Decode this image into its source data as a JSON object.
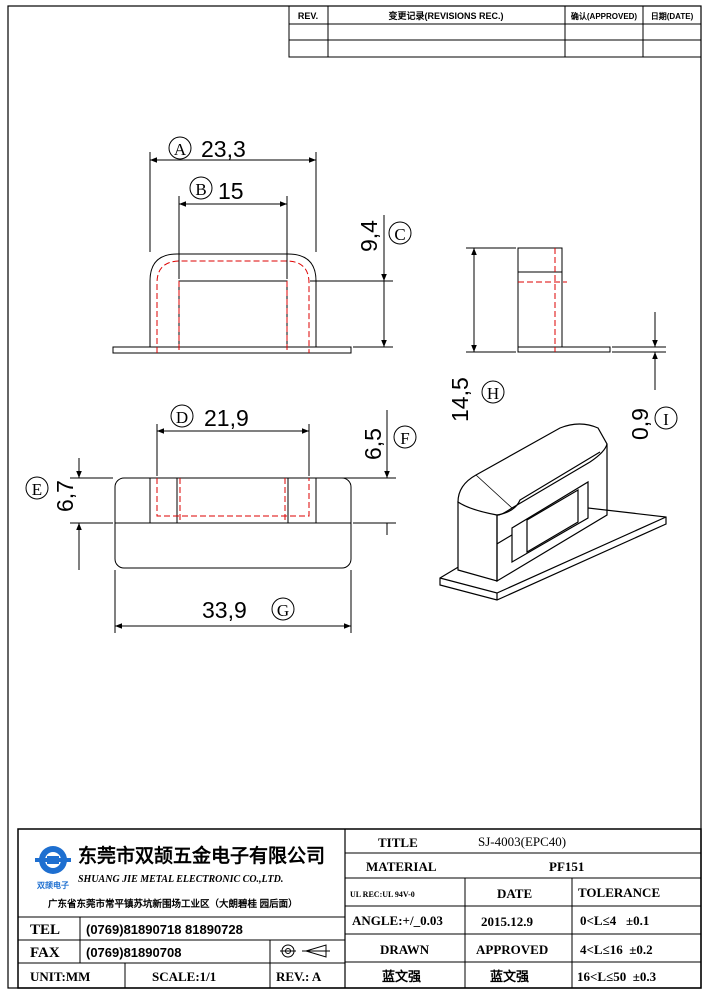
{
  "revision_table": {
    "col_rev": "REV.",
    "col_record": "变更记录(REVISIONS REC.)",
    "col_approved": "确认(APPROVED)",
    "col_date": "日期(DATE)"
  },
  "dimensions": {
    "a": {
      "letter": "A",
      "value": "23,3"
    },
    "b": {
      "letter": "B",
      "value": "15"
    },
    "c": {
      "letter": "C",
      "value": "9,4"
    },
    "d": {
      "letter": "D",
      "value": "21,9"
    },
    "e": {
      "letter": "E",
      "value": "6,7"
    },
    "f": {
      "letter": "F",
      "value": "6,5"
    },
    "g": {
      "letter": "G",
      "value": "33,9"
    },
    "h": {
      "letter": "H",
      "value": "14,5"
    },
    "i": {
      "letter": "I",
      "value": "0,9"
    }
  },
  "title_block": {
    "company_cn": "东莞市双颉五金电子有限公司",
    "company_en": "SHUANG JIE METAL ELECTRONIC CO.,LTD.",
    "logo_text": "双颉电子",
    "address": "广东省东莞市常平镇苏坑新围场工业区（大朗碧桂 园后面）",
    "tel_label": "TEL",
    "tel_value": "(0769)81890718  81890728",
    "fax_label": "FAX",
    "fax_value": "(0769)81890708",
    "unit": "UNIT:MM",
    "scale": "SCALE:1/1",
    "rev": "REV.: A",
    "title_label": "TITLE",
    "title_value": "SJ-4003(EPC40)",
    "material_label": "MATERIAL",
    "material_value": "PF151",
    "ul_rec": "UL REC:UL 94V-0",
    "date_label": "DATE",
    "date_value": "2015.12.9",
    "tolerance_label": "TOLERANCE",
    "angle": "ANGLE:+/_0.03",
    "tolerance_1": "0<L≤4   ±0.1",
    "drawn_label": "DRAWN",
    "approved_label": "APPROVED",
    "tolerance_2": "4<L≤16  ±0.2",
    "drawn_value": "蓝文强",
    "approved_value": "蓝文强",
    "tolerance_3": "16<L≤50  ±0.3"
  }
}
